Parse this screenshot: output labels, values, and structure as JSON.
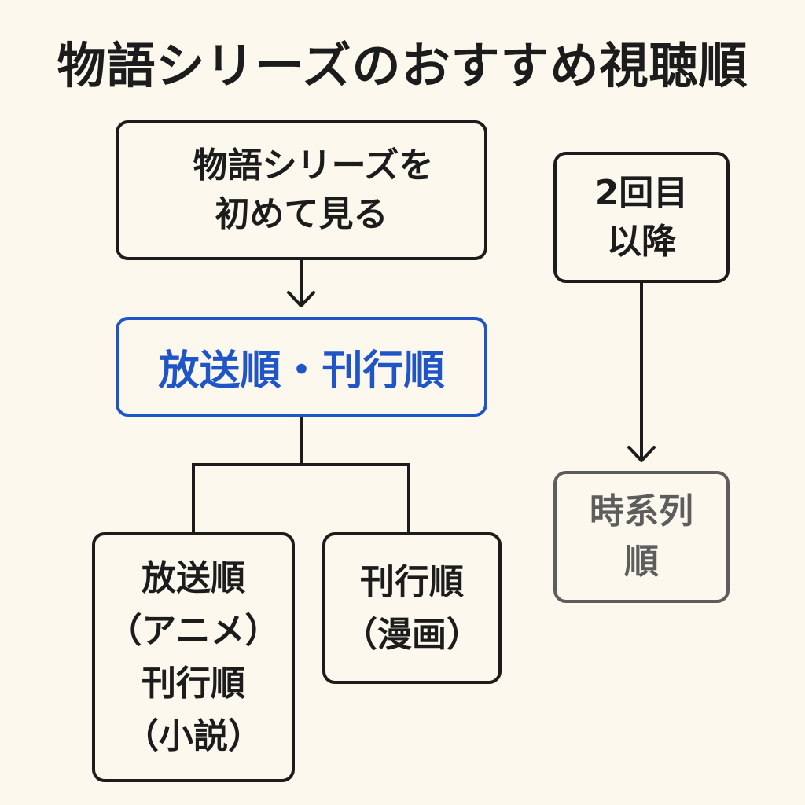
{
  "title": "物語シリーズのおすすめ視聴順",
  "nodes": {
    "first_time": {
      "line1": "物語シリーズを",
      "line2": "初めて見る"
    },
    "broadcast_publication": {
      "label": "放送順・刊行順"
    },
    "broadcast_anime": {
      "line1": "放送順",
      "line2": "（アニメ）",
      "line3": "刊行順",
      "line4": "（小説）"
    },
    "publication_manga": {
      "line1": "刊行順",
      "line2": "（漫画）"
    },
    "second_time": {
      "line1": "2回目",
      "line2": "以降"
    },
    "chronological": {
      "line1": "時系列",
      "line2": "順"
    }
  },
  "colors": {
    "background": "#fcf8ed",
    "ink": "#1c1c1c",
    "highlight": "#1f55c7",
    "muted": "#5d5d5d"
  }
}
